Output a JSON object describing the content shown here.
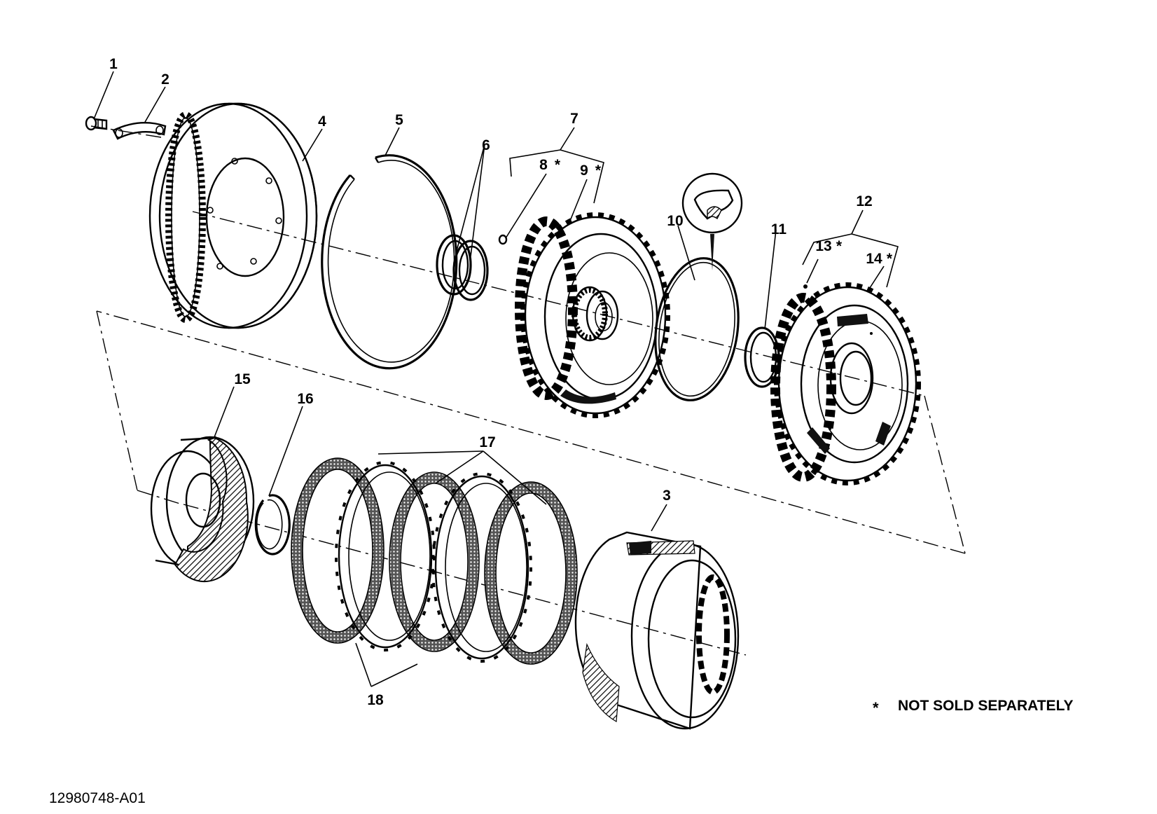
{
  "diagram": {
    "labels": {
      "l1": "1",
      "l2": "2",
      "l3": "3",
      "l4": "4",
      "l5": "5",
      "l6": "6",
      "l7": "7",
      "l8": "8",
      "l9": "9",
      "l10": "10",
      "l11": "11",
      "l12": "12",
      "l13": "13",
      "l14": "14",
      "l15": "15",
      "l16": "16",
      "l17": "17",
      "l18": "18"
    },
    "asterisk": "*",
    "note": "NOT SOLD SEPARATELY",
    "drawing_number": "12980748-A01"
  }
}
